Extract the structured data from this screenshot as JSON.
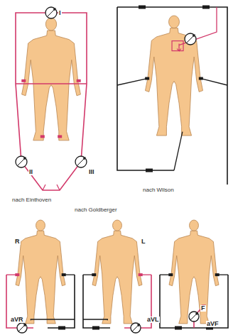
{
  "diagram": {
    "labels": [
      "I",
      "II",
      "III",
      "nach Einthoven",
      "nach Wilson",
      "nach Goldberger",
      "R",
      "L",
      "F",
      "aVR",
      "aVL",
      "aVF"
    ]
  }
}
